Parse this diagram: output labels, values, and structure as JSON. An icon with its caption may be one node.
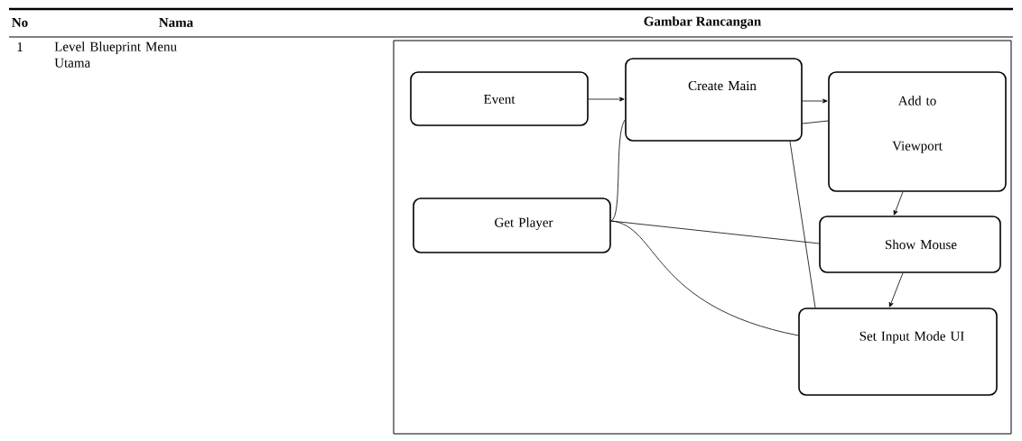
{
  "diagram": {
    "nodes": [
      {
        "text": [
          "Event"
        ]
      },
      {
        "text": [
          "Create Main"
        ]
      },
      {
        "text": [
          "Add to Viewport"
        ]
      },
      {
        "text": [
          "Get Player"
        ]
      },
      {
        "text": [
          "Show Mouse"
        ]
      },
      {
        "text": [
          "Set Input Mode UI"
        ]
      }
    ],
    "edges": [
      {
        "from": 0,
        "to": 1,
        "arrow": "to"
      },
      {
        "from": 1,
        "to": 2,
        "arrow": "to"
      },
      {
        "from": 1,
        "to": 2,
        "arrow": "none"
      },
      {
        "from": 3,
        "to": 1,
        "arrow": "none"
      },
      {
        "from": 3,
        "to": 4,
        "arrow": "none"
      },
      {
        "from": 3,
        "to": 5,
        "arrow": "none"
      },
      {
        "from": 1,
        "to": 5,
        "arrow": "none"
      },
      {
        "from": 2,
        "to": 4,
        "arrow": "to"
      },
      {
        "from": 4,
        "to": 5,
        "arrow": "to"
      }
    ],
    "labels": [
      "No",
      "Nama",
      "Gambar Rancangan",
      "1",
      "Level Blueprint Menu Utama"
    ]
  }
}
